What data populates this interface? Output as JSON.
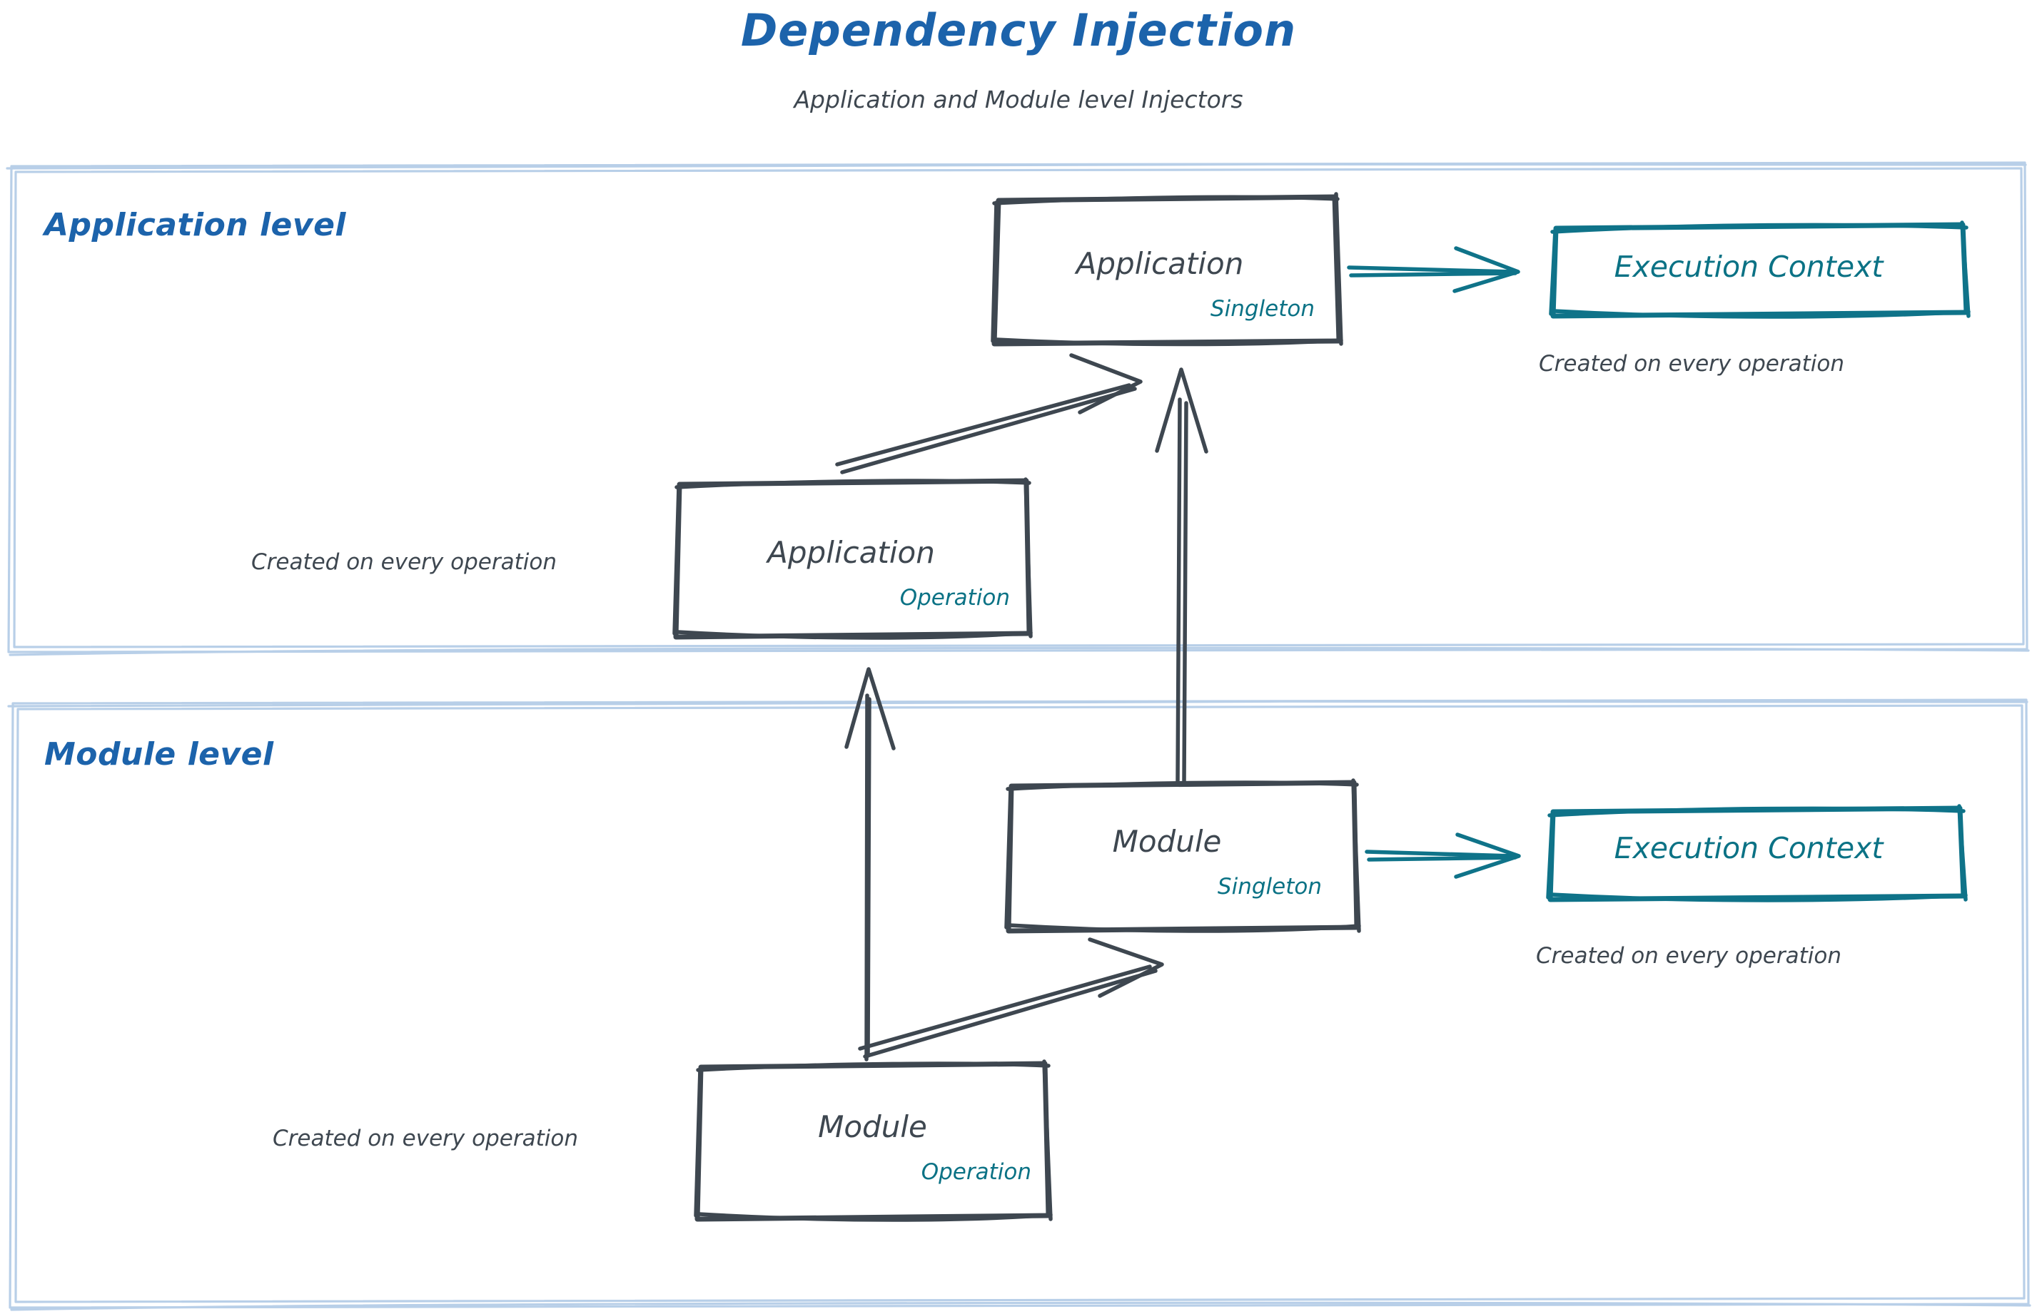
{
  "header": {
    "title": "Dependency Injection",
    "subtitle": "Application and Module level Injectors"
  },
  "colors": {
    "title_blue": "#1c63ab",
    "level_label_blue": "#1c63ab",
    "container_border_blue": "#b8cfe8",
    "node_stroke_gray": "#3e4750",
    "scope_teal": "#0b7285",
    "context_teal": "#0f7389",
    "note_gray": "#3e4750",
    "background": "#ffffff"
  },
  "lanes": [
    {
      "id": "application-level",
      "label": "Application level",
      "nodes": [
        {
          "id": "application-singleton",
          "title": "Application",
          "scope": "Singleton",
          "style": "gray-box"
        },
        {
          "id": "application-operation",
          "title": "Application",
          "scope": "Operation",
          "style": "gray-box"
        },
        {
          "id": "execution-context-application",
          "title": "Execution Context",
          "style": "teal-box"
        }
      ],
      "notes": [
        {
          "id": "note-application-operation",
          "text": "Created on every operation",
          "target": "application-operation"
        },
        {
          "id": "note-execution-context-application",
          "text": "Created on every operation",
          "target": "execution-context-application"
        }
      ]
    },
    {
      "id": "module-level",
      "label": "Module level",
      "nodes": [
        {
          "id": "module-singleton",
          "title": "Module",
          "scope": "Singleton",
          "style": "gray-box"
        },
        {
          "id": "module-operation",
          "title": "Module",
          "scope": "Operation",
          "style": "gray-box"
        },
        {
          "id": "execution-context-module",
          "title": "Execution Context",
          "style": "teal-box"
        }
      ],
      "notes": [
        {
          "id": "note-module-operation",
          "text": "Created on every operation",
          "target": "module-operation"
        },
        {
          "id": "note-execution-context-module",
          "text": "Created on every operation",
          "target": "execution-context-module"
        }
      ]
    }
  ],
  "edges": [
    {
      "id": "edge-app-singleton-to-context",
      "from": "application-singleton",
      "to": "execution-context-application",
      "color": "teal",
      "direction": "right"
    },
    {
      "id": "edge-app-operation-to-app-singleton",
      "from": "application-operation",
      "to": "application-singleton",
      "color": "gray",
      "direction": "up-right"
    },
    {
      "id": "edge-module-singleton-to-app-singleton",
      "from": "module-singleton",
      "to": "application-singleton",
      "color": "gray",
      "direction": "up"
    },
    {
      "id": "edge-module-operation-to-app-operation",
      "from": "module-operation",
      "to": "application-operation",
      "color": "gray",
      "direction": "up"
    },
    {
      "id": "edge-module-operation-to-module-singleton",
      "from": "module-operation",
      "to": "module-singleton",
      "color": "gray",
      "direction": "up-right"
    },
    {
      "id": "edge-module-singleton-to-context",
      "from": "module-singleton",
      "to": "execution-context-module",
      "color": "teal",
      "direction": "right"
    }
  ]
}
